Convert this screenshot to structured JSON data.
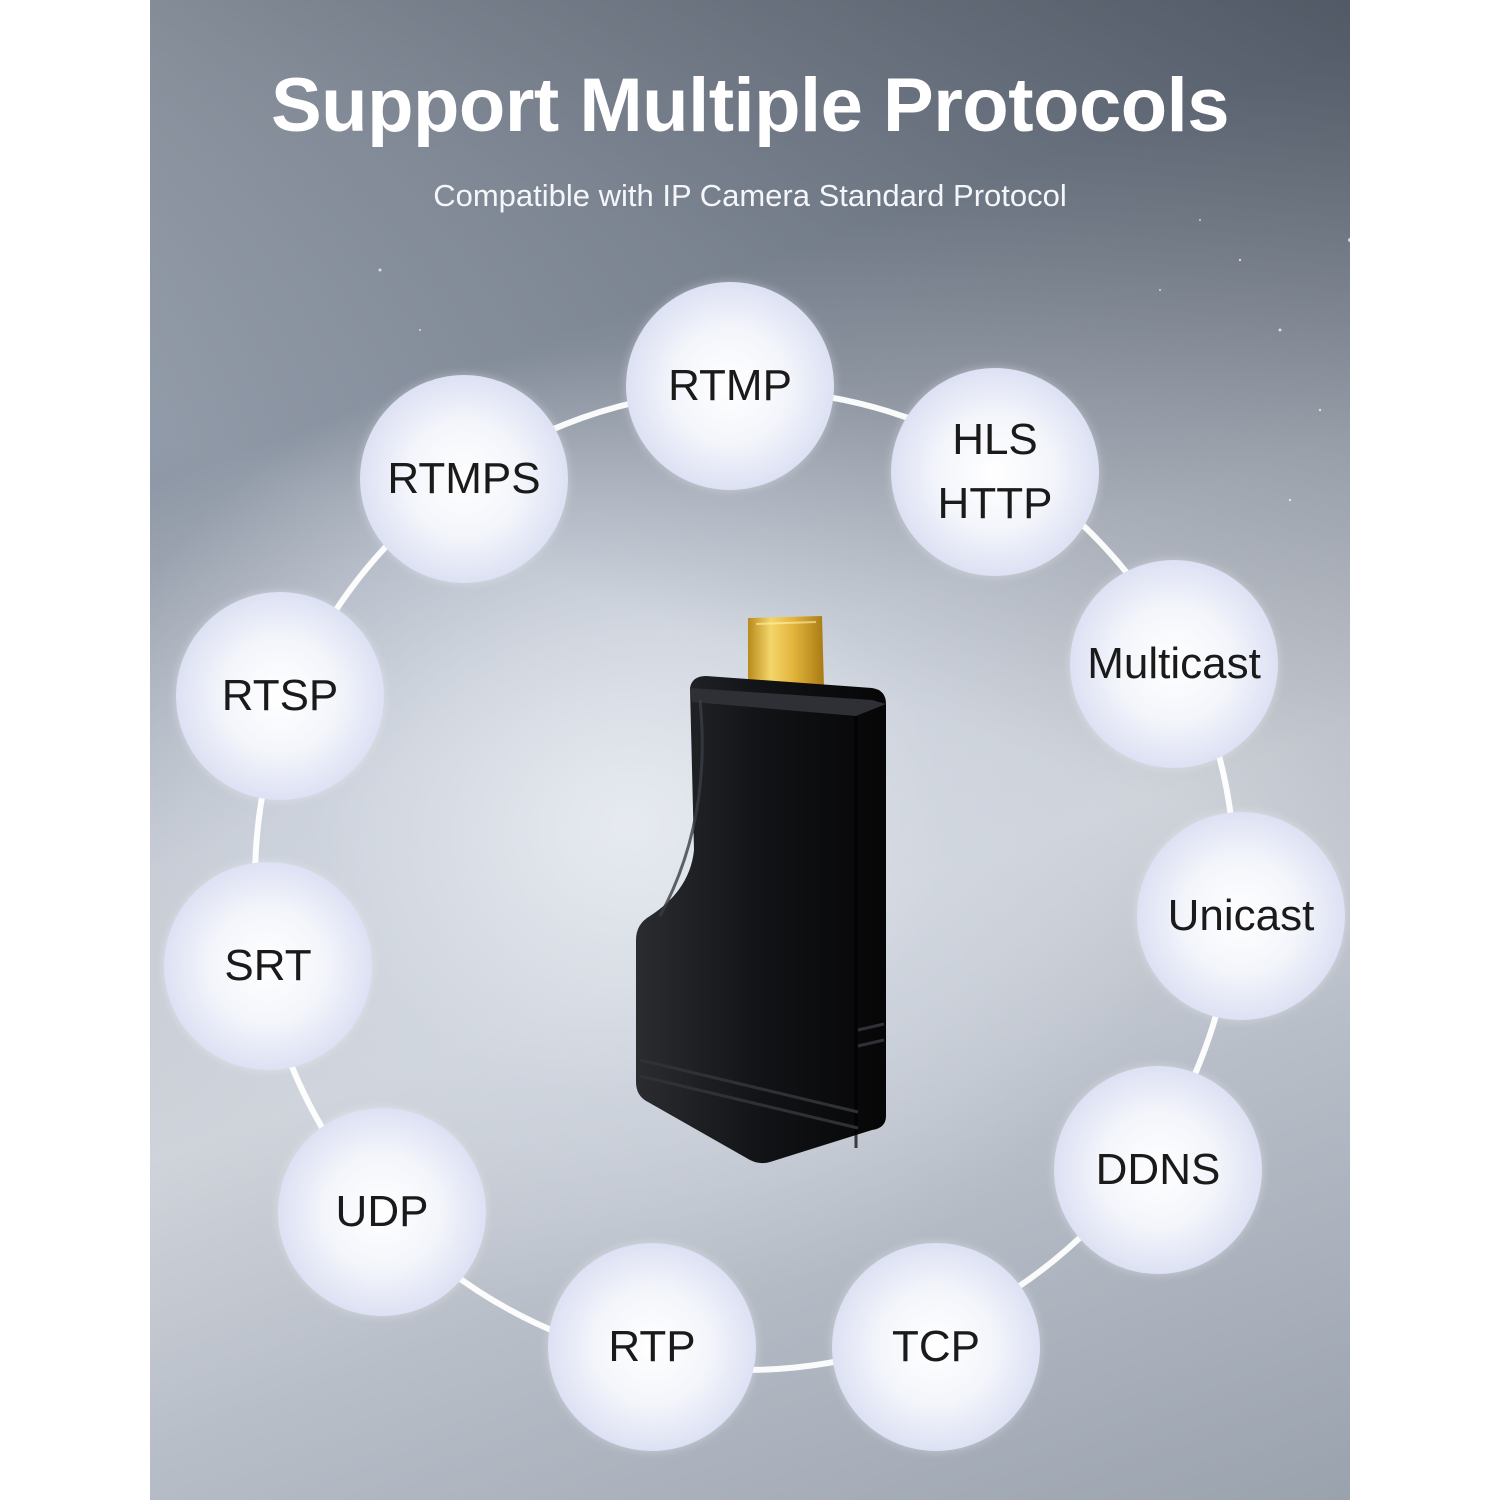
{
  "header": {
    "title": "Support Multiple Protocols",
    "subtitle": "Compatible with IP Camera Standard Protocol"
  },
  "protocols": [
    {
      "label": "RTMP"
    },
    {
      "label": "HLS\nHTTP"
    },
    {
      "label": "Multicast"
    },
    {
      "label": "Unicast"
    },
    {
      "label": "DDNS"
    },
    {
      "label": "TCP"
    },
    {
      "label": "RTP"
    },
    {
      "label": "UDP"
    },
    {
      "label": "SRT"
    },
    {
      "label": "RTSP"
    },
    {
      "label": "RTMPS"
    }
  ],
  "colors": {
    "bubble_edge": "#c8cfea",
    "text": "#1a1a1a",
    "title": "#ffffff",
    "device_body": "#111214",
    "device_connector": "#e0b43a"
  },
  "device": {
    "icon": "hdmi-encoder-dongle"
  }
}
